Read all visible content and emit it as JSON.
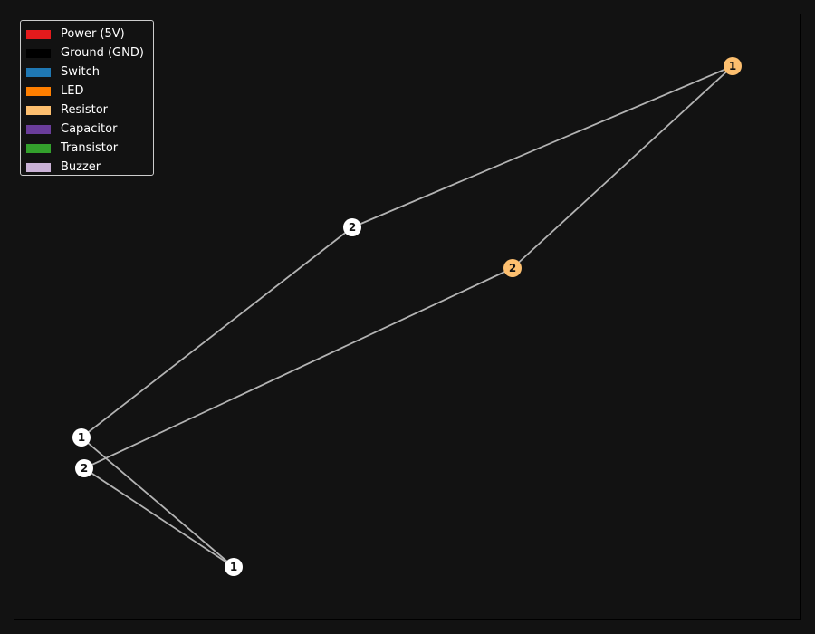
{
  "legend": {
    "items": [
      {
        "label": "Power (5V)",
        "color": "#e41a1c"
      },
      {
        "label": "Ground (GND)",
        "color": "#000000"
      },
      {
        "label": "Switch",
        "color": "#1f78b4"
      },
      {
        "label": "LED",
        "color": "#ff7f00"
      },
      {
        "label": "Resistor",
        "color": "#fdbf6f"
      },
      {
        "label": "Capacitor",
        "color": "#6a3d9a"
      },
      {
        "label": "Transistor",
        "color": "#33a02c"
      },
      {
        "label": "Buzzer",
        "color": "#cab2d6"
      }
    ]
  },
  "nodes": [
    {
      "id": "w1",
      "label": "1",
      "color": "#ffffff"
    },
    {
      "id": "w2",
      "label": "2",
      "color": "#ffffff"
    },
    {
      "id": "w3",
      "label": "2",
      "color": "#ffffff"
    },
    {
      "id": "w4",
      "label": "1",
      "color": "#ffffff"
    },
    {
      "id": "r1",
      "label": "1",
      "color": "#fdbf6f"
    },
    {
      "id": "r2",
      "label": "2",
      "color": "#fdbf6f"
    }
  ],
  "edges": [
    [
      "w1",
      "w2"
    ],
    [
      "w1",
      "w4"
    ],
    [
      "w3",
      "w4"
    ],
    [
      "w3",
      "r2"
    ],
    [
      "w2",
      "r1"
    ],
    [
      "r2",
      "r1"
    ]
  ]
}
